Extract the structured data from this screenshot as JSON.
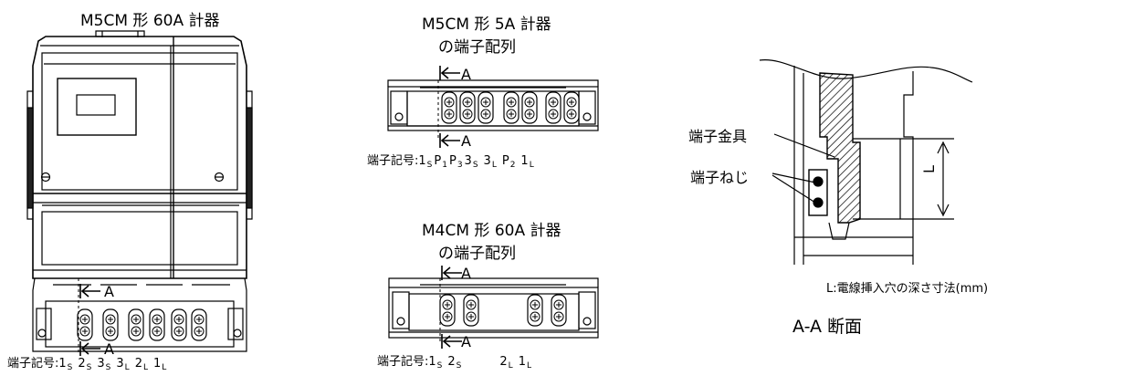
{
  "meter_60a_m5cm": {
    "title": "M5CM 形 60A 計器",
    "section_marker": "A",
    "terminal_caption_prefix": "端子記号:",
    "terminals": [
      {
        "n": "1",
        "s": "S"
      },
      {
        "n": "2",
        "s": "S"
      },
      {
        "n": "3",
        "s": "S"
      },
      {
        "n": "3",
        "s": "L"
      },
      {
        "n": "2",
        "s": "L"
      },
      {
        "n": "1",
        "s": "L"
      }
    ]
  },
  "meter_5a_m5cm": {
    "title_line1": "M5CM 形 5A 計器",
    "title_line2": "の端子配列",
    "section_marker": "A",
    "terminal_caption_prefix": "端子記号:",
    "terminals": [
      {
        "n": "1",
        "s": "S"
      },
      {
        "n": "P",
        "s": "1"
      },
      {
        "n": "P",
        "s": "3"
      },
      {
        "n": "3",
        "s": "S"
      },
      {
        "n": "3",
        "s": "L"
      },
      {
        "n": "P",
        "s": "2"
      },
      {
        "n": "1",
        "s": "L"
      }
    ]
  },
  "meter_60a_m4cm": {
    "title_line1": "M4CM 形 60A 計器",
    "title_line2": "の端子配列",
    "section_marker": "A",
    "terminal_caption_prefix": "端子記号:",
    "terminals": [
      {
        "n": "1",
        "s": "S"
      },
      {
        "n": "2",
        "s": "S"
      },
      {
        "n": "2",
        "s": "L"
      },
      {
        "n": "1",
        "s": "L"
      }
    ]
  },
  "section_view": {
    "fitting_label": "端子金具",
    "screw_label": "端子ねじ",
    "dimension_symbol": "L",
    "dimension_note": "L:電線挿入穴の深さ寸法(mm)",
    "view_title": "A-A 断面"
  }
}
